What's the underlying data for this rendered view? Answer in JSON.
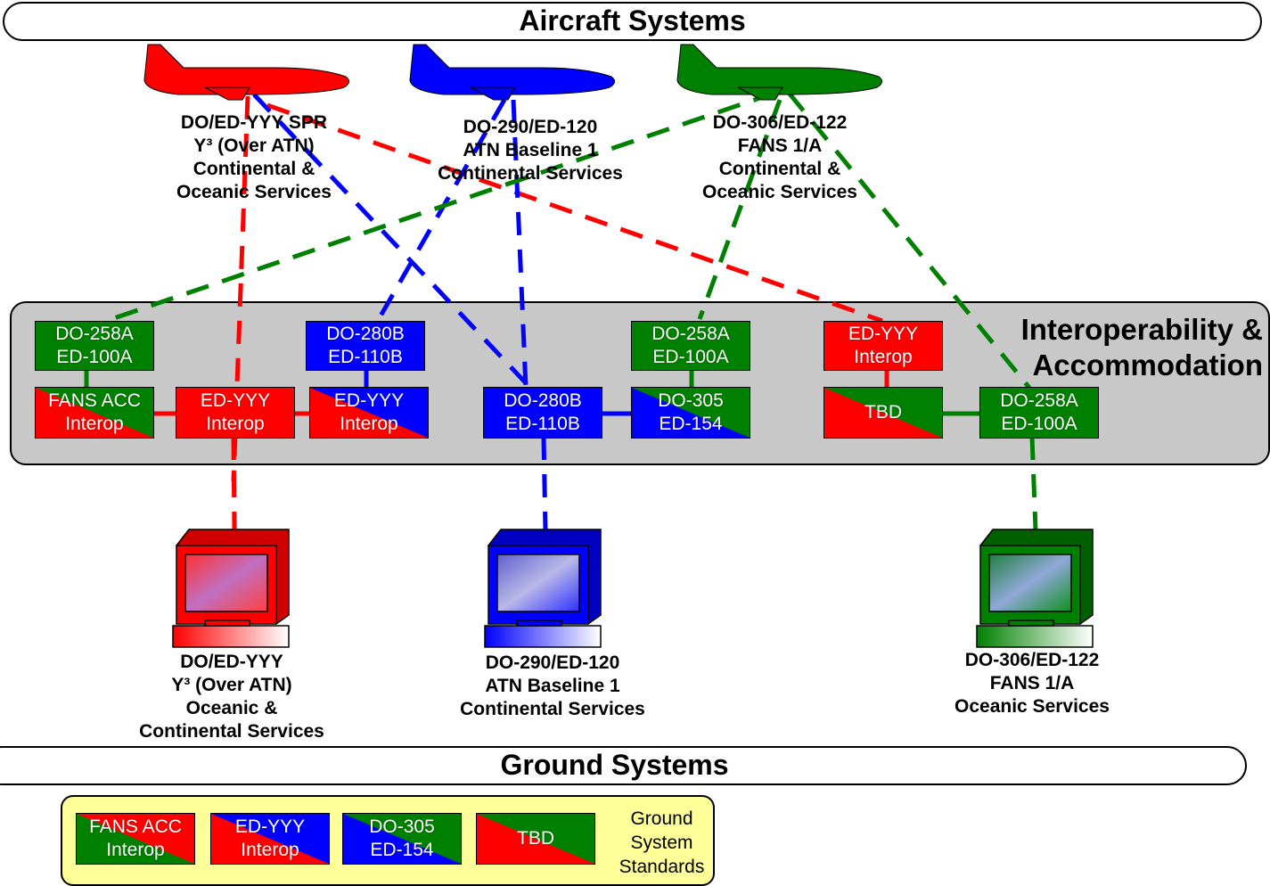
{
  "bands": {
    "aircraft": "Aircraft Systems",
    "ground": "Ground Systems"
  },
  "panel_title": "Interoperability &\nAccommodation",
  "colors": {
    "red": "#ff0000",
    "blue": "#0000ff",
    "green": "#008000",
    "panel": "#c8c8c8",
    "legend": "#ffff99"
  },
  "aircraft": [
    {
      "id": "ac-red",
      "color": "red",
      "label_lines": [
        "DO/ED-YYY SPR",
        "Y³ (Over ATN)",
        "Continental &",
        "Oceanic Services"
      ]
    },
    {
      "id": "ac-blue",
      "color": "blue",
      "label_lines": [
        "DO-290/ED-120",
        "ATN Baseline 1",
        "Continental Services"
      ]
    },
    {
      "id": "ac-green",
      "color": "green",
      "label_lines": [
        "DO-306/ED-122",
        "FANS 1/A",
        "Continental &",
        "Oceanic Services"
      ]
    }
  ],
  "ground_systems": [
    {
      "id": "gs-red",
      "color": "red",
      "label_lines": [
        "DO/ED-YYY",
        "Y³ (Over ATN)",
        "Oceanic &",
        "Continental Services"
      ]
    },
    {
      "id": "gs-blue",
      "color": "blue",
      "label_lines": [
        "DO-290/ED-120",
        "ATN Baseline 1",
        "Continental Services"
      ]
    },
    {
      "id": "gs-green",
      "color": "green",
      "label_lines": [
        "DO-306/ED-122",
        "FANS 1/A",
        "Oceanic Services"
      ]
    }
  ],
  "standards_boxes": [
    {
      "id": "b1",
      "line1": "DO-258A",
      "line2": "ED-100A",
      "fill": "green"
    },
    {
      "id": "b2",
      "line1": "DO-280B",
      "line2": "ED-110B",
      "fill": "blue"
    },
    {
      "id": "b3",
      "line1": "DO-258A",
      "line2": "ED-100A",
      "fill": "green"
    },
    {
      "id": "b4",
      "line1": "ED-YYY",
      "line2": "Interop",
      "fill": "red"
    },
    {
      "id": "b5",
      "line1": "FANS ACC",
      "line2": "Interop",
      "fill": "green/red"
    },
    {
      "id": "b6",
      "line1": "ED-YYY",
      "line2": "Interop",
      "fill": "red"
    },
    {
      "id": "b7",
      "line1": "ED-YYY",
      "line2": "Interop",
      "fill": "blue/red"
    },
    {
      "id": "b8",
      "line1": "DO-280B",
      "line2": "ED-110B",
      "fill": "blue"
    },
    {
      "id": "b9",
      "line1": "DO-305",
      "line2": "ED-154",
      "fill": "green/blue"
    },
    {
      "id": "b10",
      "line1": "TBD",
      "line2": "",
      "fill": "red/green"
    },
    {
      "id": "b11",
      "line1": "DO-258A",
      "line2": "ED-100A",
      "fill": "green"
    }
  ],
  "legend": {
    "items": [
      {
        "id": "l1",
        "line1": "FANS ACC",
        "line2": "Interop",
        "fill": "green/red"
      },
      {
        "id": "l2",
        "line1": "ED-YYY",
        "line2": "Interop",
        "fill": "blue/red"
      },
      {
        "id": "l3",
        "line1": "DO-305",
        "line2": "ED-154",
        "fill": "blue/green"
      },
      {
        "id": "l4",
        "line1": "TBD",
        "line2": "",
        "fill": "red/green"
      }
    ],
    "caption": "Ground\nSystem\nStandards"
  }
}
